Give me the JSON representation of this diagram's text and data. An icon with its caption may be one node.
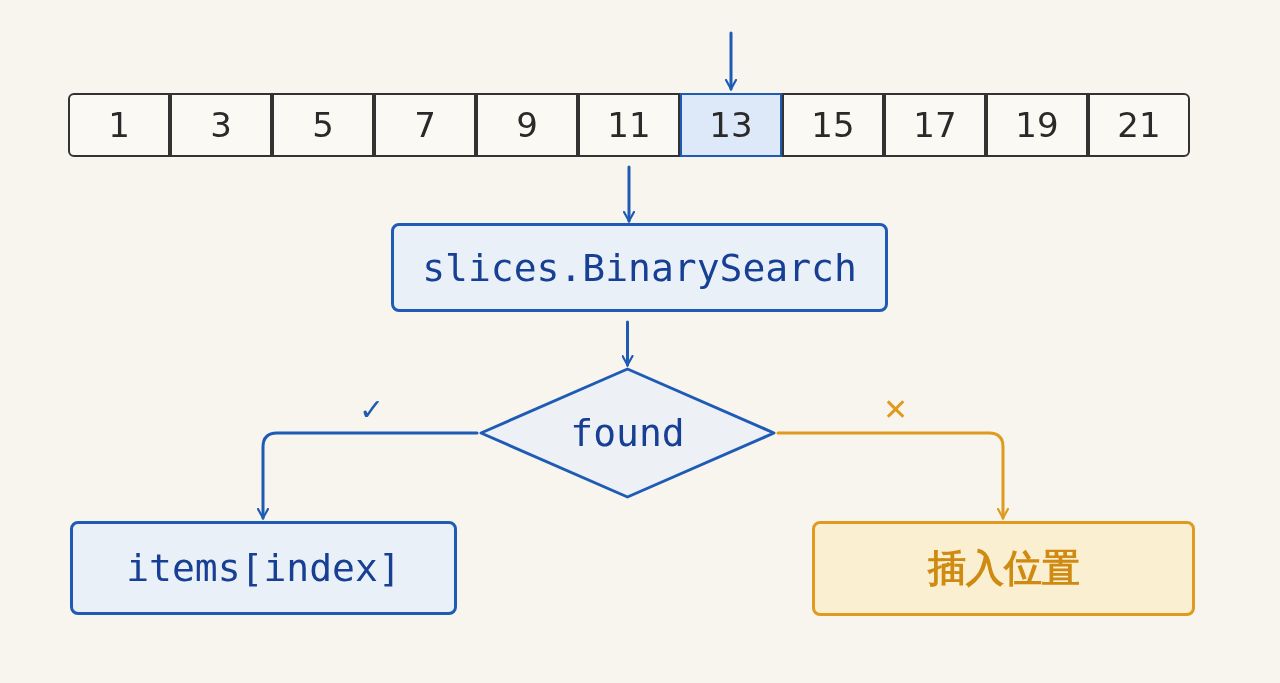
{
  "diagram": {
    "nodes": [
      {
        "text": [
          "1"
        ]
      },
      {
        "text": [
          "3"
        ]
      },
      {
        "text": [
          "5"
        ]
      },
      {
        "text": [
          "7"
        ]
      },
      {
        "text": [
          "9"
        ]
      },
      {
        "text": [
          "11"
        ]
      },
      {
        "text": [
          "13"
        ]
      },
      {
        "text": [
          "15"
        ]
      },
      {
        "text": [
          "17"
        ]
      },
      {
        "text": [
          "19"
        ]
      },
      {
        "text": [
          "21"
        ]
      },
      {
        "text": [
          "slices.BinarySearch"
        ]
      },
      {
        "text": [
          "found"
        ]
      },
      {
        "text": [
          "items[index]"
        ]
      },
      {
        "text": [
          "插入位置"
        ]
      }
    ],
    "edges": [
      {
        "from": null,
        "to": 6,
        "arrow": "to"
      },
      {
        "from": 5,
        "to": 11,
        "arrow": "to"
      },
      {
        "from": 11,
        "to": 12,
        "arrow": "to"
      },
      {
        "from": 12,
        "to": 13,
        "arrow": "to",
        "label": "✓"
      },
      {
        "from": 12,
        "to": 14,
        "arrow": "to",
        "label": "✕",
        "color": "#e09a1f"
      }
    ]
  }
}
